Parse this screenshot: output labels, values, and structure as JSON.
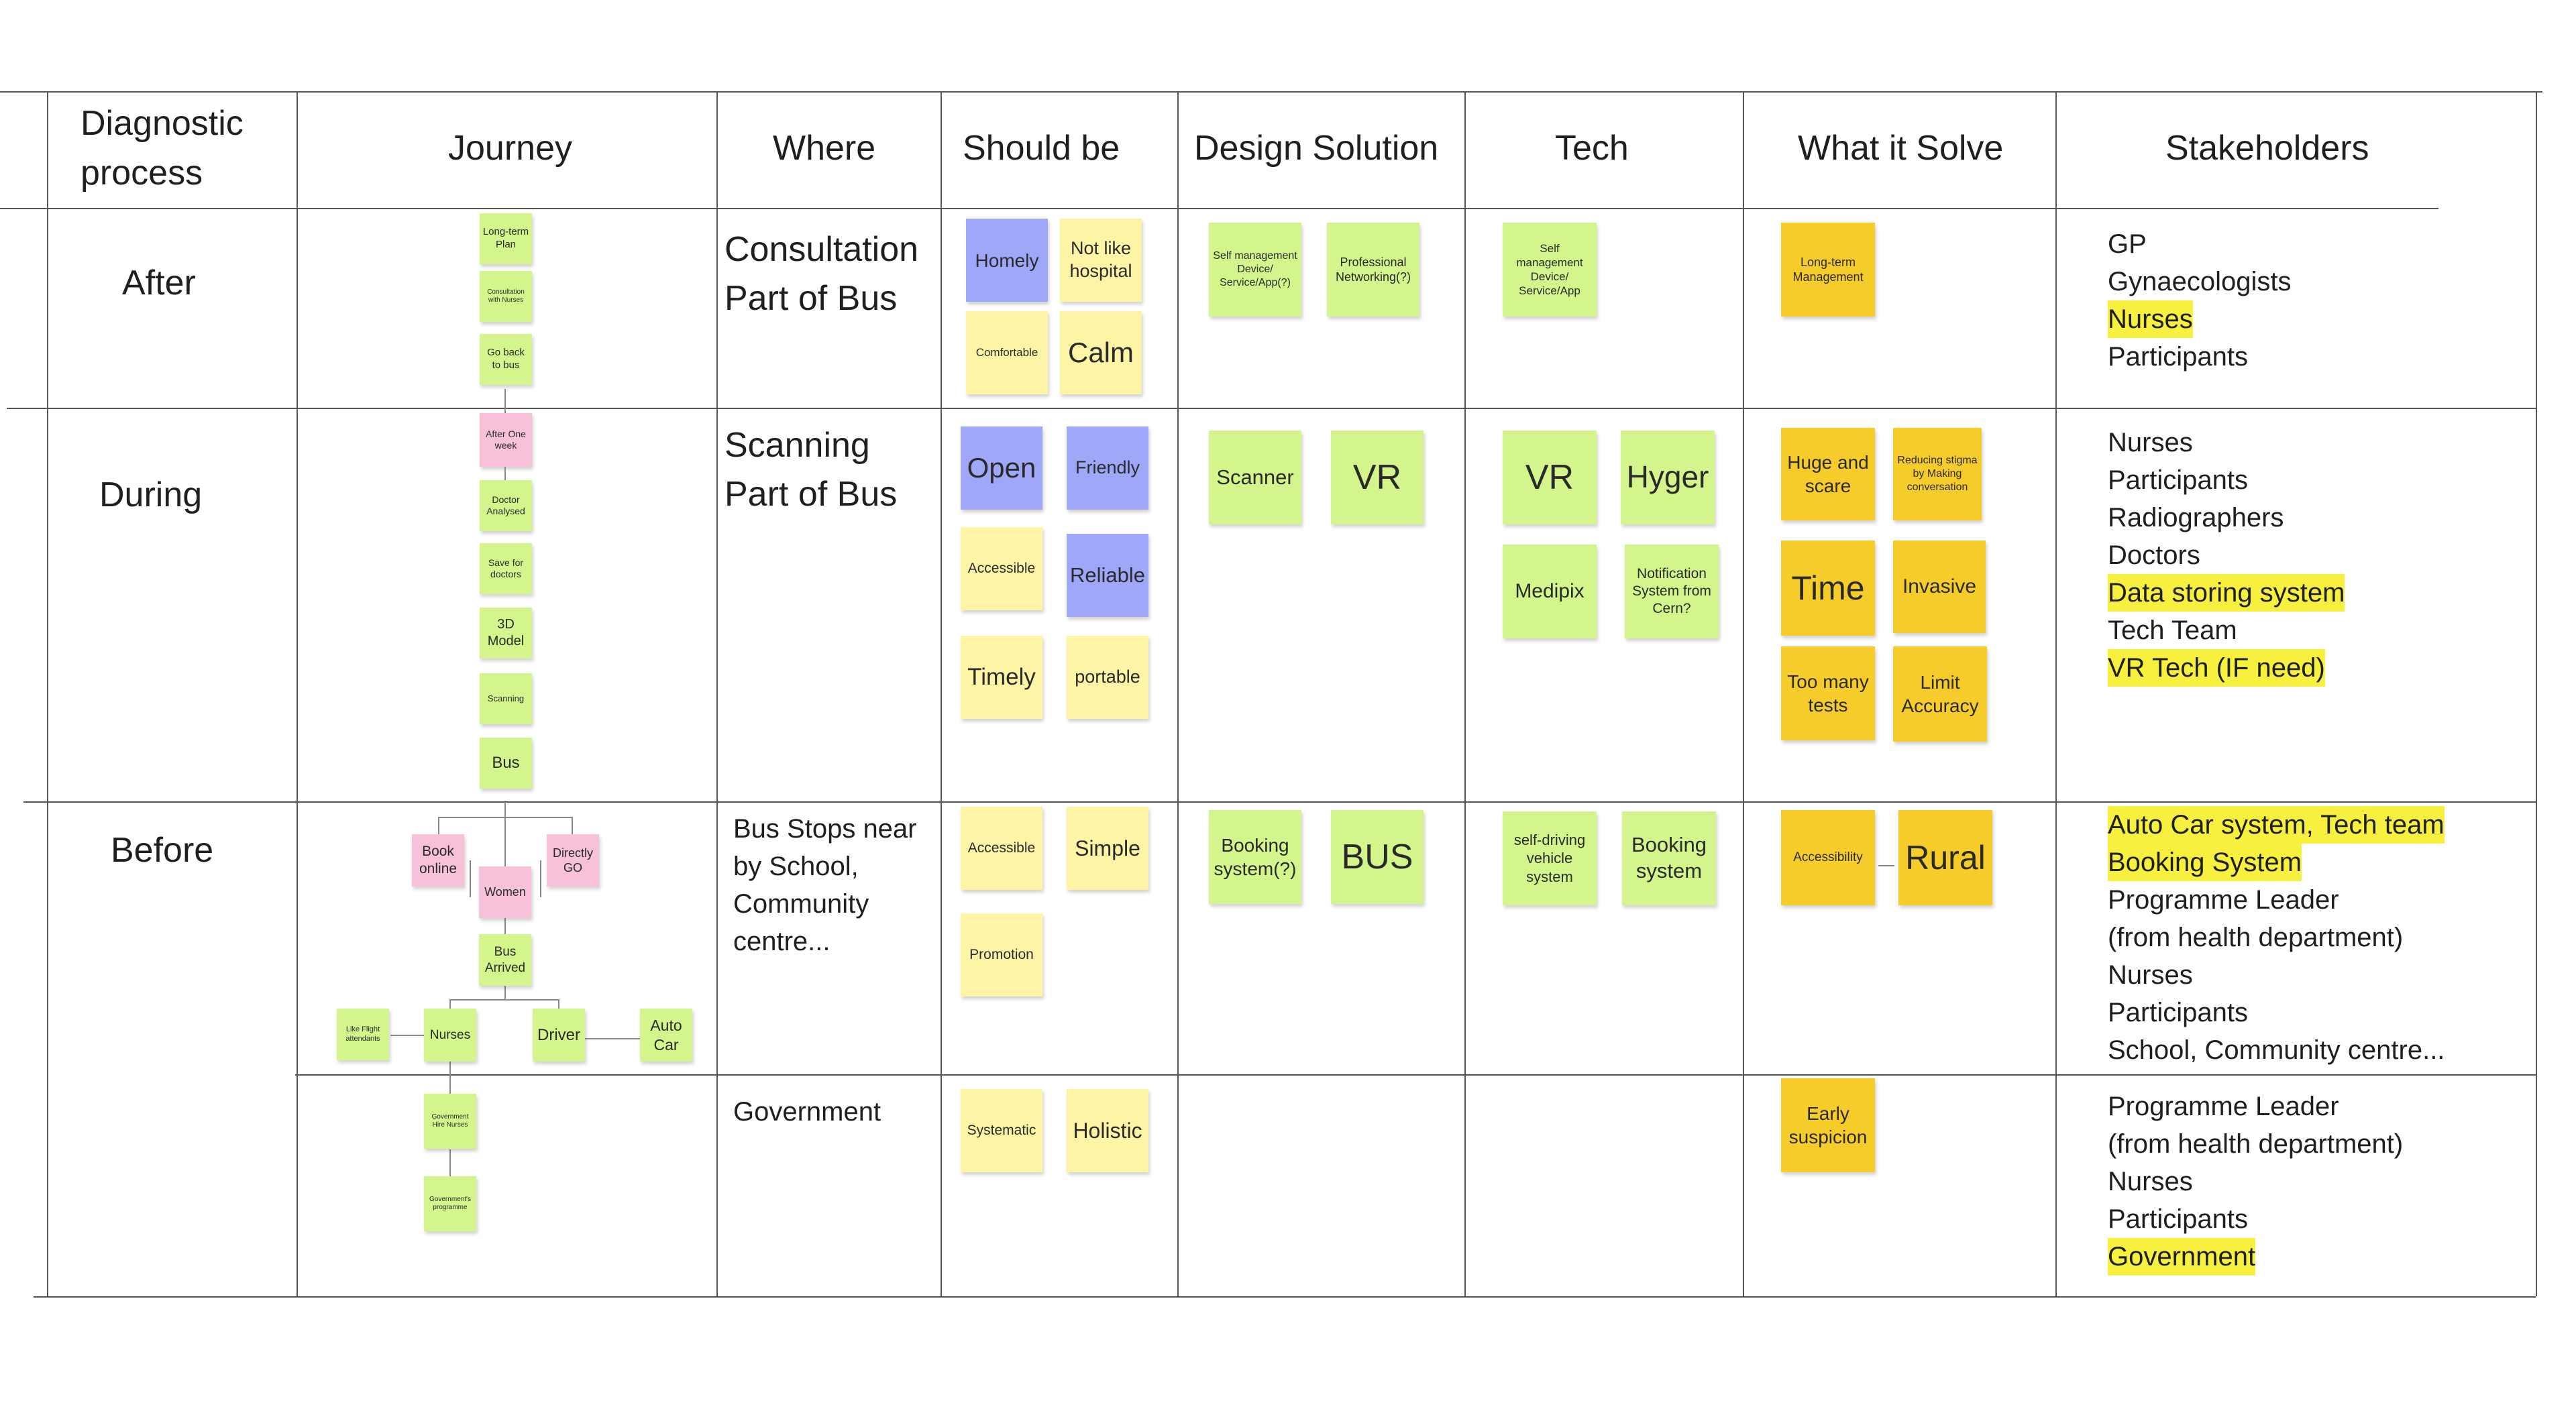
{
  "headers": {
    "diagnostic": "Diagnostic\nprocess",
    "journey": "Journey",
    "where": "Where",
    "should_be": "Should be",
    "design_solution": "Design Solution",
    "tech": "Tech",
    "what_it_solve": "What it Solve",
    "stakeholders": "Stakeholders"
  },
  "phases": {
    "after": "After",
    "during": "During",
    "before": "Before"
  },
  "rows": {
    "after": {
      "where": "Consultation\nPart of Bus",
      "journey": [
        "Long-term Plan",
        "Consultation with Nurses",
        "Go back to bus"
      ],
      "should_be": [
        "Homely",
        "Not like hospital",
        "Comfortable",
        "Calm"
      ],
      "design": [
        "Self management Device/ Service/App(?)",
        "Professional Networking(?)"
      ],
      "tech": [
        "Self management Device/ Service/App"
      ],
      "solve": [
        "Long-term Management"
      ],
      "stakeholders": [
        {
          "text": "GP",
          "highlight": false
        },
        {
          "text": "Gynaecologists",
          "highlight": false
        },
        {
          "text": "Nurses",
          "highlight": true
        },
        {
          "text": "Participants",
          "highlight": false
        }
      ]
    },
    "during": {
      "where": "Scanning\nPart of Bus",
      "journey": [
        "After One week",
        "Doctor Analysed",
        "Save for doctors",
        "3D Model",
        "Scanning",
        "Bus"
      ],
      "should_be": [
        "Open",
        "Friendly",
        "Accessible",
        "Reliable",
        "Timely",
        "portable"
      ],
      "design": [
        "Scanner",
        "VR"
      ],
      "tech": [
        "VR",
        "Hyger",
        "Medipix",
        "Notification System from Cern?"
      ],
      "solve": [
        "Huge and scare",
        "Reducing stigma by Making conversation",
        "Time",
        "Invasive",
        "Too many tests",
        "Limit Accuracy"
      ],
      "stakeholders": [
        {
          "text": "Nurses",
          "highlight": false
        },
        {
          "text": "Participants",
          "highlight": false
        },
        {
          "text": "Radiographers",
          "highlight": false
        },
        {
          "text": "Doctors",
          "highlight": false
        },
        {
          "text": "Data storing system",
          "highlight": true
        },
        {
          "text": "Tech Team",
          "highlight": false
        },
        {
          "text": "VR Tech (IF need)",
          "highlight": true
        }
      ]
    },
    "before": {
      "where": "Bus Stops near\nby School,\nCommunity\ncentre...",
      "journey": [
        "Book online",
        "Directly GO",
        "Women",
        "Bus Arrived",
        "Like Flight attendants",
        "Nurses",
        "Driver",
        "Auto Car"
      ],
      "should_be": [
        "Accessible",
        "Simple",
        "Promotion"
      ],
      "design": [
        "Booking system(?)",
        "BUS"
      ],
      "tech": [
        "self-driving vehicle system",
        "Booking system"
      ],
      "solve": [
        "Accessibility",
        "Rural"
      ],
      "stakeholders": [
        {
          "text": "Auto Car system, Tech team",
          "highlight": true
        },
        {
          "text": "Booking System",
          "highlight": true
        },
        {
          "text": "Programme Leader",
          "highlight": false
        },
        {
          "text": "(from health department)",
          "highlight": false
        },
        {
          "text": "Nurses",
          "highlight": false
        },
        {
          "text": "Participants",
          "highlight": false
        },
        {
          "text": "School, Community centre...",
          "highlight": false
        }
      ]
    },
    "government": {
      "where": "Government",
      "journey": [
        "Government Hire Nurses",
        "Government's programme"
      ],
      "should_be": [
        "Systematic",
        "Holistic"
      ],
      "solve": [
        "Early suspicion"
      ],
      "stakeholders": [
        {
          "text": "Programme Leader",
          "highlight": false
        },
        {
          "text": "(from health department)",
          "highlight": false
        },
        {
          "text": "Nurses",
          "highlight": false
        },
        {
          "text": "Participants",
          "highlight": false
        },
        {
          "text": "Government",
          "highlight": true
        }
      ]
    }
  }
}
